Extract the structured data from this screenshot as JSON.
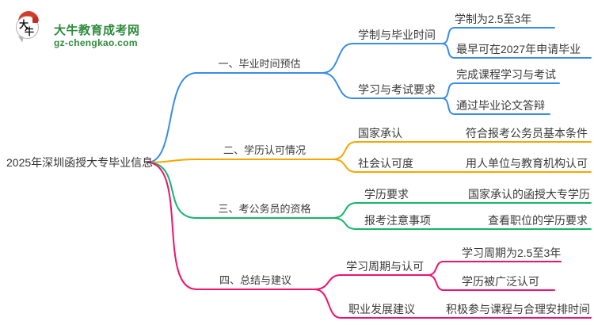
{
  "site": {
    "name": "大牛教育成考网",
    "url": "gz-chengkao.com",
    "logo_char_1": "大",
    "logo_char_2": "牛",
    "brand_green": "#2e8b3c",
    "logo_red": "#d43c2a"
  },
  "colors": {
    "branch_blue": "#3a8ce8",
    "branch_orange": "#f7a600",
    "branch_green": "#12b76a",
    "branch_pink": "#ef126e",
    "text": "#3a3a3a"
  },
  "mindmap": {
    "root": {
      "label": "2025年深圳函授大专毕业信息"
    },
    "branches": [
      {
        "label": "一、毕业时间预估",
        "color": "#3a8ce8",
        "children": [
          {
            "label": "学制与毕业时间",
            "leaves": [
              {
                "label": "学制为2.5至3年"
              },
              {
                "label": "最早可在2027年申请毕业"
              }
            ]
          },
          {
            "label": "学习与考试要求",
            "leaves": [
              {
                "label": "完成课程学习与考试"
              },
              {
                "label": "通过毕业论文答辩"
              }
            ]
          }
        ]
      },
      {
        "label": "二、学历认可情况",
        "color": "#f7a600",
        "children": [
          {
            "label": "国家承认",
            "leaves": [
              {
                "label": "符合报考公务员基本条件"
              }
            ]
          },
          {
            "label": "社会认可度",
            "leaves": [
              {
                "label": "用人单位与教育机构认可"
              }
            ]
          }
        ]
      },
      {
        "label": "三、考公务员的资格",
        "color": "#12b76a",
        "children": [
          {
            "label": "学历要求",
            "leaves": [
              {
                "label": "国家承认的函授大专学历"
              }
            ]
          },
          {
            "label": "报考注意事项",
            "leaves": [
              {
                "label": "查看职位的学历要求"
              }
            ]
          }
        ]
      },
      {
        "label": "四、总结与建议",
        "color": "#ef126e",
        "children": [
          {
            "label": "学习周期与认可",
            "leaves": [
              {
                "label": "学习周期为2.5至3年"
              },
              {
                "label": "学历被广泛认可"
              }
            ]
          },
          {
            "label": "职业发展建议",
            "leaves": [
              {
                "label": "积极参与课程与合理安排时间"
              }
            ]
          }
        ]
      }
    ]
  }
}
